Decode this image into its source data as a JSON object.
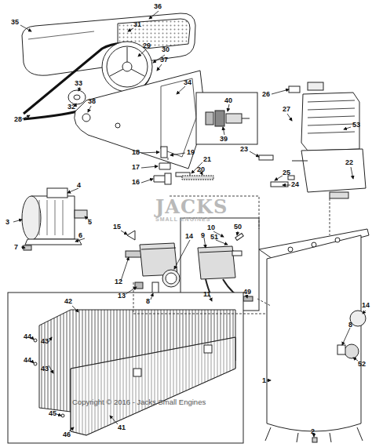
{
  "diagram": {
    "labels": [
      "36",
      "35",
      "31",
      "29",
      "30",
      "37",
      "33",
      "26",
      "40",
      "32",
      "38",
      "34",
      "27",
      "28",
      "53",
      "39",
      "18",
      "19",
      "23",
      "22",
      "21",
      "17",
      "20",
      "25",
      "16",
      "24",
      "4",
      "JACKS",
      "5",
      "3",
      "10",
      "50",
      "15",
      "9",
      "51",
      "SMALL ENGINES",
      "6",
      "14",
      "7",
      "12",
      "11",
      "49",
      "13",
      "8",
      "42",
      "14",
      "8",
      "44",
      "43",
      "44",
      "43",
      "52",
      "1",
      "Copyright © 2016 - Jacks Small Engines",
      "45",
      "41",
      "46",
      "2"
    ]
  }
}
